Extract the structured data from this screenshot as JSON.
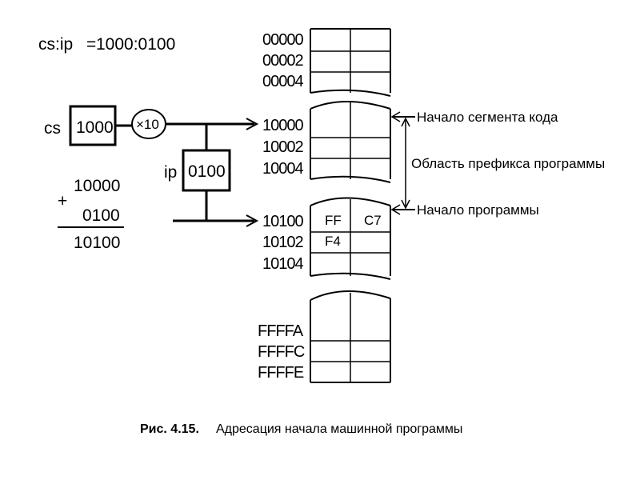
{
  "formula": {
    "left": "cs:ip",
    "equals": "=",
    "right": "1000:0100"
  },
  "cs": {
    "label": "cs",
    "value": "1000",
    "multiplier": "×10"
  },
  "ip": {
    "label": "ip",
    "value": "0100"
  },
  "addition": {
    "plus": "+",
    "operand1": "10000",
    "operand2": "0100",
    "result": "10100"
  },
  "memory": {
    "block1": [
      {
        "address": "00000",
        "cells": [
          "",
          ""
        ]
      },
      {
        "address": "00002",
        "cells": [
          "",
          ""
        ]
      },
      {
        "address": "00004",
        "cells": [
          "",
          ""
        ]
      }
    ],
    "block2": [
      {
        "address": "10000",
        "cells": [
          "",
          ""
        ]
      },
      {
        "address": "10002",
        "cells": [
          "",
          ""
        ]
      },
      {
        "address": "10004",
        "cells": [
          "",
          ""
        ]
      }
    ],
    "block3": [
      {
        "address": "10100",
        "cells": [
          "FF",
          "C7"
        ]
      },
      {
        "address": "10102",
        "cells": [
          "F4",
          ""
        ]
      },
      {
        "address": "10104",
        "cells": [
          "",
          ""
        ]
      }
    ],
    "block4": [
      {
        "address": "FFFFA",
        "cells": [
          "",
          ""
        ]
      },
      {
        "address": "FFFFC",
        "cells": [
          "",
          ""
        ]
      },
      {
        "address": "FFFFE",
        "cells": [
          "",
          ""
        ]
      }
    ]
  },
  "annotations": {
    "segment_start": "Начало сегмента кода",
    "prefix_area": "Область префикса программы",
    "program_start": "Начало программы"
  },
  "caption": {
    "number": "Рис. 4.15.",
    "text": "Адресация начала машинной программы"
  }
}
